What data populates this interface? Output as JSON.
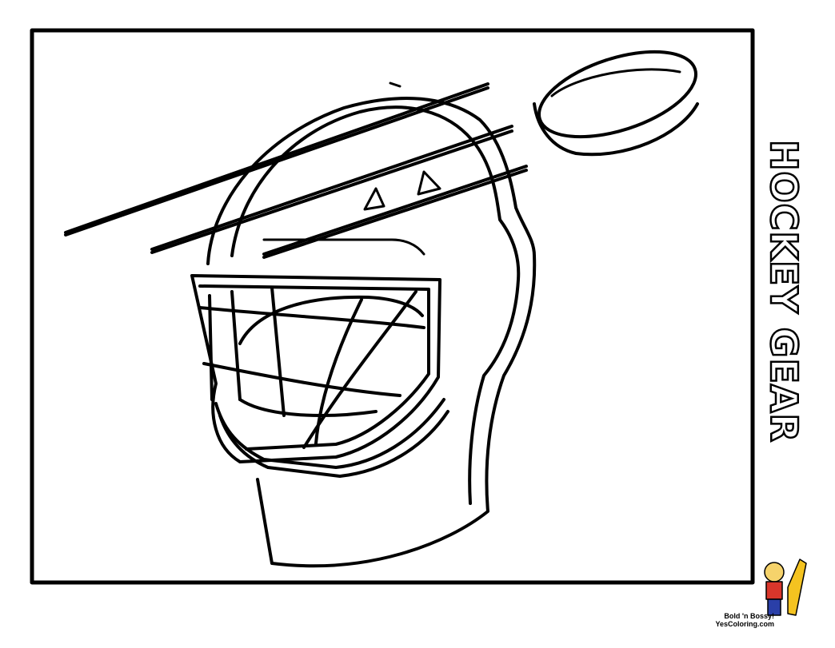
{
  "page": {
    "title_line": "HOCKEY   GEAR",
    "credit": {
      "line1": "Bold 'n Bossy!",
      "line2": "YesColoring.com"
    },
    "colors": {
      "line": "#000000",
      "background": "#ffffff"
    }
  }
}
